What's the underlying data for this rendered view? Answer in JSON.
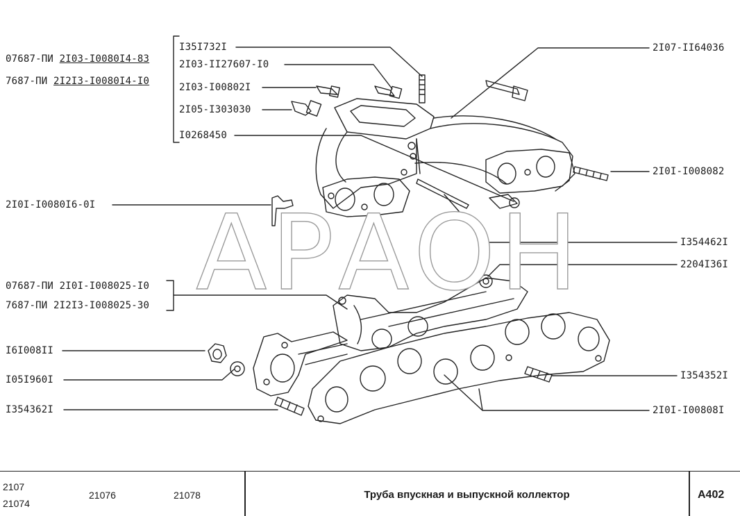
{
  "drawing": {
    "watermark": "АРАОН",
    "labels": {
      "group_left_1_prefix": "07687-ПИ",
      "group_left_1_code": "2I03-I0080I4-83",
      "group_left_2_prefix": "7687-ПИ",
      "group_left_2_code": "2I2I3-I0080I4-I0",
      "p_1351732": "I35I732I",
      "p_2103_1127607": "2I03-II27607-I0",
      "p_2103_100802": "2I03-I00802I",
      "p_2105_1303030": "2I05-I303030",
      "p_10268450": "I0268450",
      "p_2107_1164036": "2I07-II64036",
      "p_2101_1008082": "2I0I-I008082",
      "p_2101_1008016": "2I0I-I0080I6-0I",
      "p_1354462": "I354462I",
      "p_2204136": "2204I36I",
      "group_left_3": "07687-ПИ 2I0I-I008025-I0",
      "group_left_4": "7687-ПИ 2I2I3-I008025-30",
      "p_1610081": "I6I008II",
      "p_1051960": "I05I960I",
      "p_1354352": "I354352I",
      "p_1354362": "I354362I",
      "p_2101_1008081": "2I0I-I00808I"
    }
  },
  "title_block": {
    "models_col1_line1": "2107",
    "models_col1_line2": "21074",
    "model_2": "21076",
    "model_3": "21078",
    "title": "Труба впускная и выпускной коллектор",
    "sheet_code": "A402"
  }
}
